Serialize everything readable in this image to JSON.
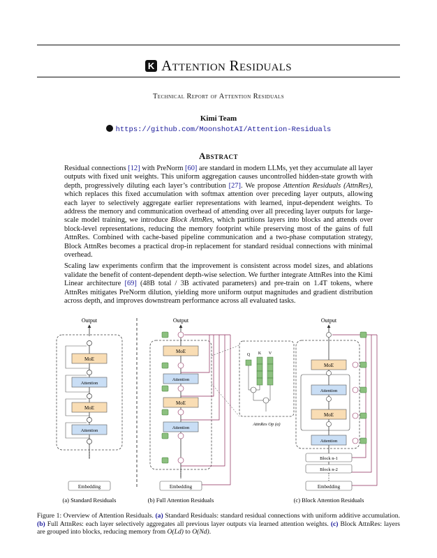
{
  "header": {
    "logo_letter": "K",
    "title": "Attention Residuals",
    "subtitle": "Technical Report of Attention Residuals",
    "author": "Kimi Team",
    "repo_url": "https://github.com/MoonshotAI/Attention-Residuals"
  },
  "abstract": {
    "heading": "Abstract",
    "p1": {
      "t1": "Residual connections ",
      "c1": "[12]",
      "t2": " with PreNorm ",
      "c2": "[60]",
      "t3": " are standard in modern LLMs, yet they accumulate all layer outputs with fixed unit weights. This uniform aggregation causes uncontrolled hidden-state growth with depth, progressively diluting each layer’s contribution ",
      "c3": "[27]",
      "t4": ". We propose ",
      "em1": "Attention Residuals (AttnRes)",
      "t5": ", which replaces this fixed accumulation with softmax attention over preceding layer outputs, allowing each layer to selectively aggregate earlier representations with learned, input-dependent weights. To address the memory and communication overhead of attending over all preceding layer outputs for large-scale model training, we introduce ",
      "em2": "Block AttnRes",
      "t6": ", which partitions layers into blocks and attends over block-level representations, reducing the memory footprint while preserving most of the gains of full AttnRes. Combined with cache-based pipeline communication and a two-phase computation strategy, Block AttnRes becomes a practical drop-in replacement for standard residual connections with minimal overhead."
    },
    "p2": {
      "t1": "Scaling law experiments confirm that the improvement is consistent across model sizes, and ablations validate the benefit of content-dependent depth-wise selection. We further integrate AttnRes into the Kimi Linear architecture ",
      "c1": "[69]",
      "t2": " (48B total / 3B activated parameters) and pre-train on 1.4T tokens, where AttnRes mitigates PreNorm dilution, yielding more uniform output magnitudes and gradient distribution across depth, and improves downstream performance across all evaluated tasks."
    }
  },
  "figure": {
    "output_label": "Output",
    "moe_label": "MoE",
    "attention_label": "Attention",
    "embedding_label": "Embedding",
    "dots": "⋮",
    "block_n1": "Block n-1",
    "block_n2": "Block n-2",
    "op_label": "AttnRes Op (α)",
    "q_label": "Q",
    "k_label": "K",
    "v_label": "V",
    "panel_a": "(a) Standard Residuals",
    "panel_b": "(b) Full Attention Residuals",
    "panel_c": "(c) Block Attention Residuals",
    "colors": {
      "moe": "#f9ddb4",
      "attention": "#c9def5",
      "green": "#8cc07f",
      "lines": "#8c2a5a"
    }
  },
  "caption": {
    "t1": "Figure 1: Overview of Attention Residuals. ",
    "a": "(a)",
    "t2": " Standard Residuals: standard residual connections with uniform additive accumulation. ",
    "b": "(b)",
    "t3": " Full AttnRes: each layer selectively aggregates all previous layer outputs via learned attention weights. ",
    "c": "(c)",
    "t4": " Block AttnRes: layers are grouped into blocks, reducing memory from ",
    "m1": "O(Ld)",
    "t5": " to ",
    "m2": "O(Nd)",
    "t6": "."
  }
}
